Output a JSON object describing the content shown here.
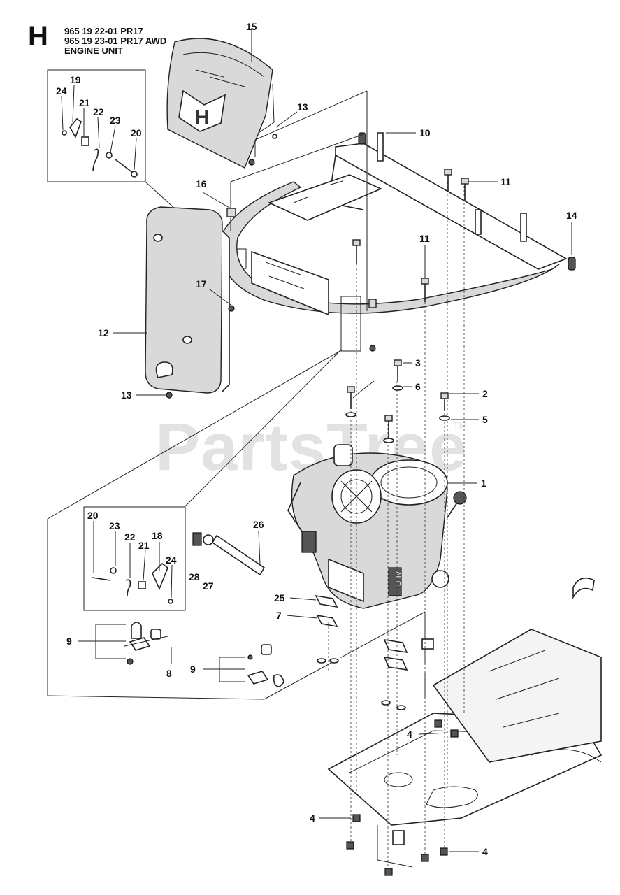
{
  "header": {
    "section_letter": "H",
    "lines": [
      "965 19 22-01 PR17",
      "965 19 23-01 PR17 AWD",
      "ENGINE UNIT"
    ]
  },
  "watermark": {
    "text": "PartsTree",
    "tm": "TM"
  },
  "engine_decal": "DHV",
  "callouts": [
    {
      "id": "c15",
      "label": "15"
    },
    {
      "id": "c13a",
      "label": "13"
    },
    {
      "id": "c10",
      "label": "10"
    },
    {
      "id": "c11a",
      "label": "11"
    },
    {
      "id": "c14",
      "label": "14"
    },
    {
      "id": "c16",
      "label": "16"
    },
    {
      "id": "c11b",
      "label": "11"
    },
    {
      "id": "c17",
      "label": "17"
    },
    {
      "id": "c12",
      "label": "12"
    },
    {
      "id": "c13b",
      "label": "13"
    },
    {
      "id": "c3",
      "label": "3"
    },
    {
      "id": "c6",
      "label": "6"
    },
    {
      "id": "c2",
      "label": "2"
    },
    {
      "id": "c5",
      "label": "5"
    },
    {
      "id": "c1",
      "label": "1"
    },
    {
      "id": "c26",
      "label": "26"
    },
    {
      "id": "c28",
      "label": "28"
    },
    {
      "id": "c27",
      "label": "27"
    },
    {
      "id": "c25",
      "label": "25"
    },
    {
      "id": "c7",
      "label": "7"
    },
    {
      "id": "c9a",
      "label": "9"
    },
    {
      "id": "c8",
      "label": "8"
    },
    {
      "id": "c9b",
      "label": "9"
    },
    {
      "id": "c4a",
      "label": "4"
    },
    {
      "id": "c4b",
      "label": "4"
    },
    {
      "id": "c4c",
      "label": "4"
    }
  ],
  "inset_top": [
    "19",
    "24",
    "21",
    "22",
    "23",
    "20"
  ],
  "inset_bottom": [
    "20",
    "23",
    "22",
    "21",
    "18",
    "24"
  ]
}
